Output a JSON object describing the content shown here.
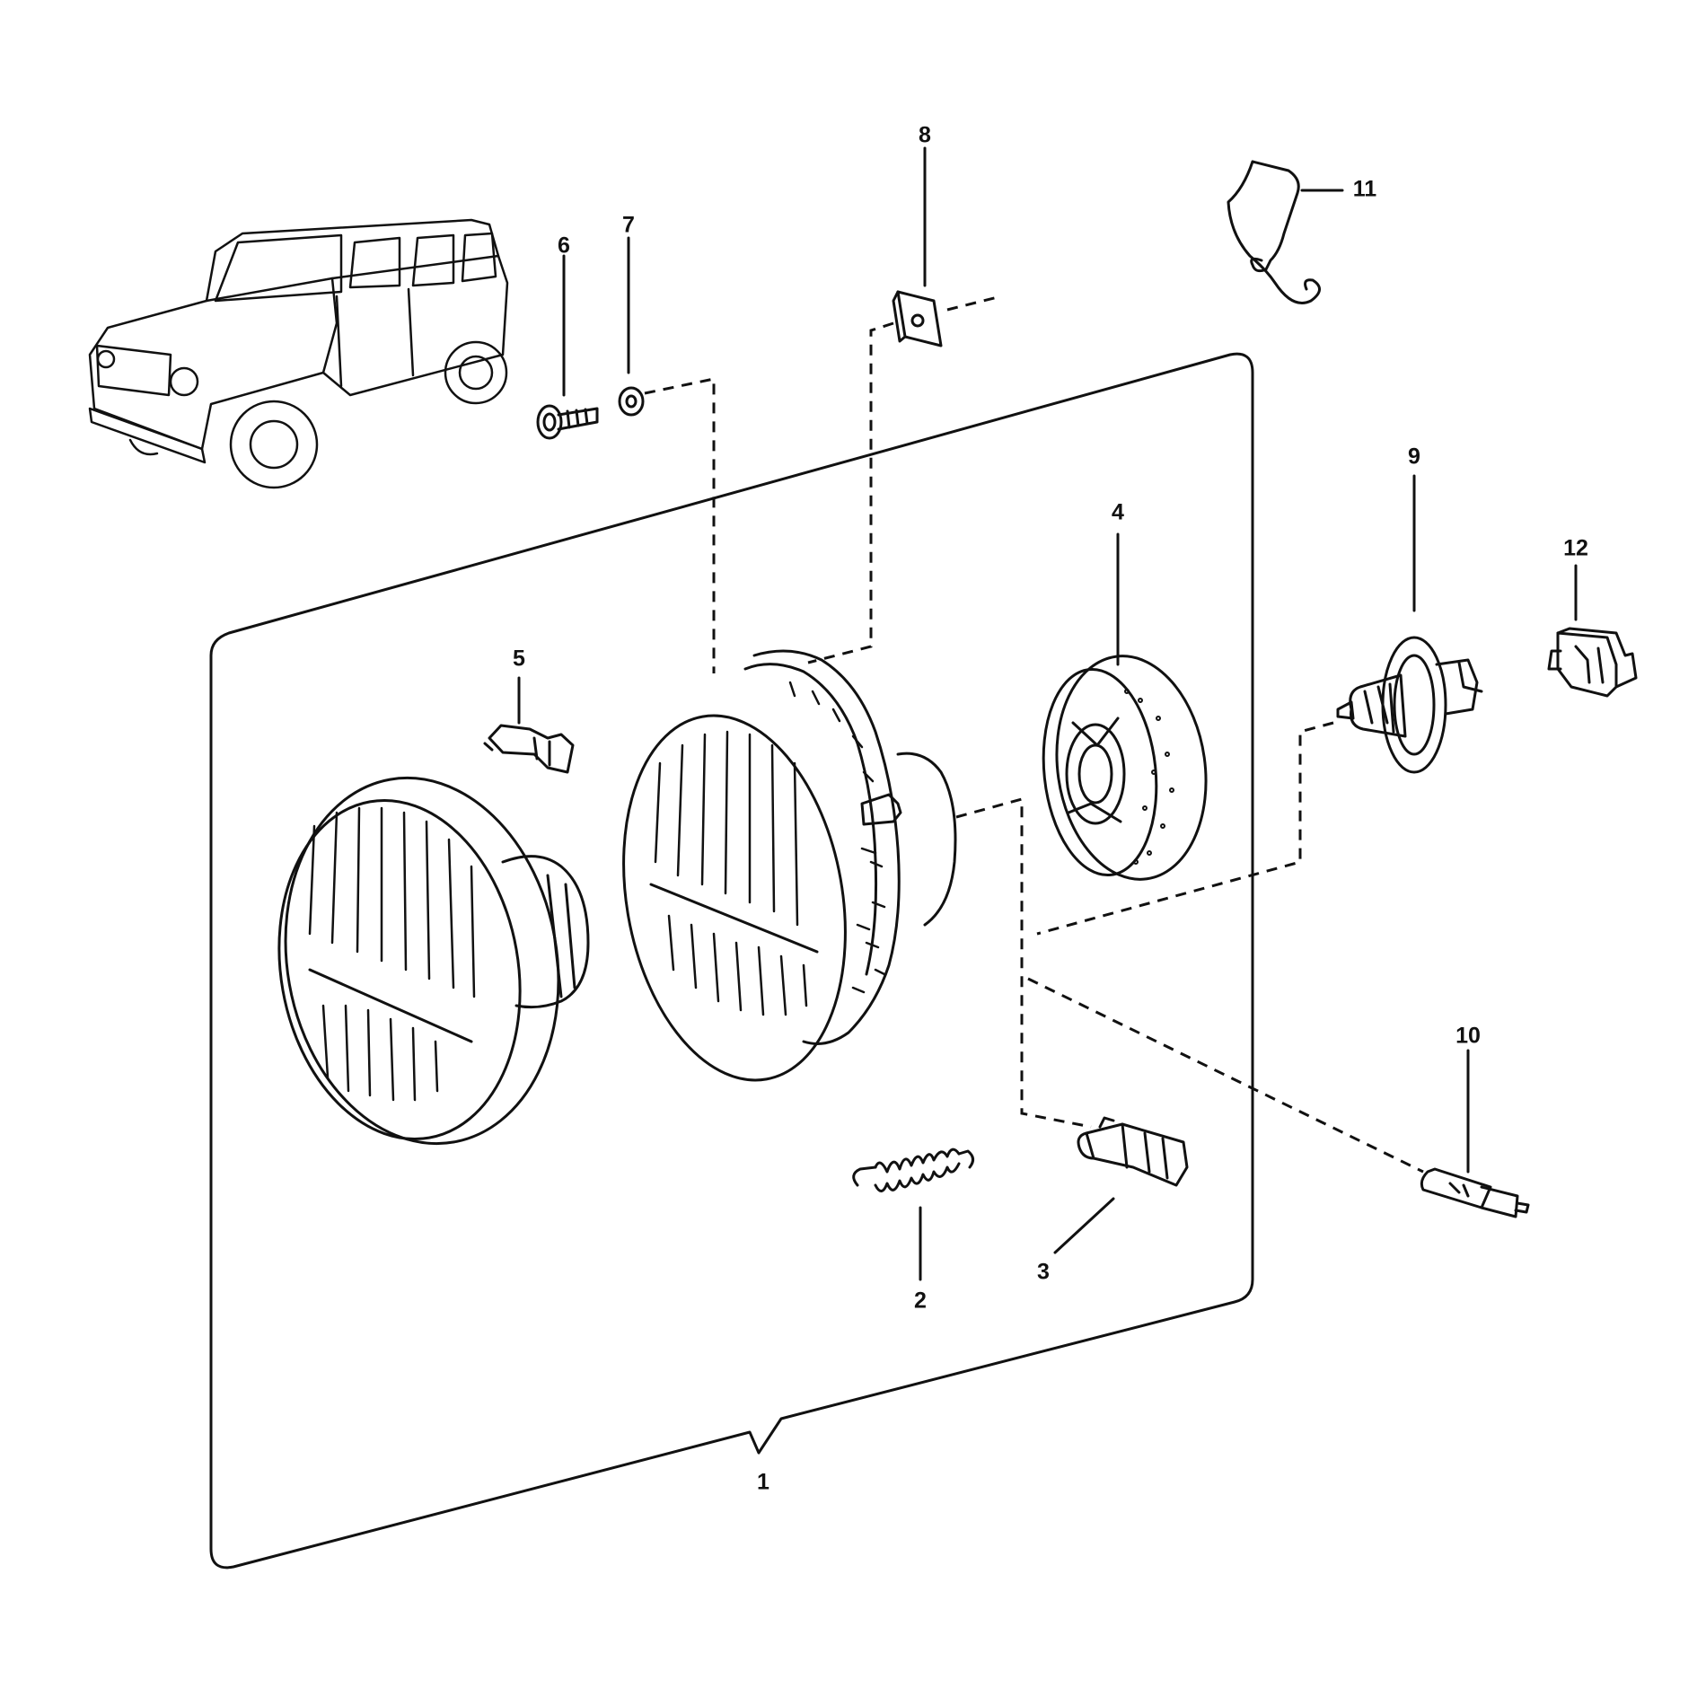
{
  "diagram": {
    "type": "exploded-parts",
    "callouts": [
      {
        "id": "1",
        "label": "1"
      },
      {
        "id": "2",
        "label": "2"
      },
      {
        "id": "3",
        "label": "3"
      },
      {
        "id": "4",
        "label": "4"
      },
      {
        "id": "5",
        "label": "5"
      },
      {
        "id": "6",
        "label": "6"
      },
      {
        "id": "7",
        "label": "7"
      },
      {
        "id": "8",
        "label": "8"
      },
      {
        "id": "9",
        "label": "9"
      },
      {
        "id": "10",
        "label": "10"
      },
      {
        "id": "11",
        "label": "11"
      },
      {
        "id": "12",
        "label": "12"
      }
    ]
  }
}
